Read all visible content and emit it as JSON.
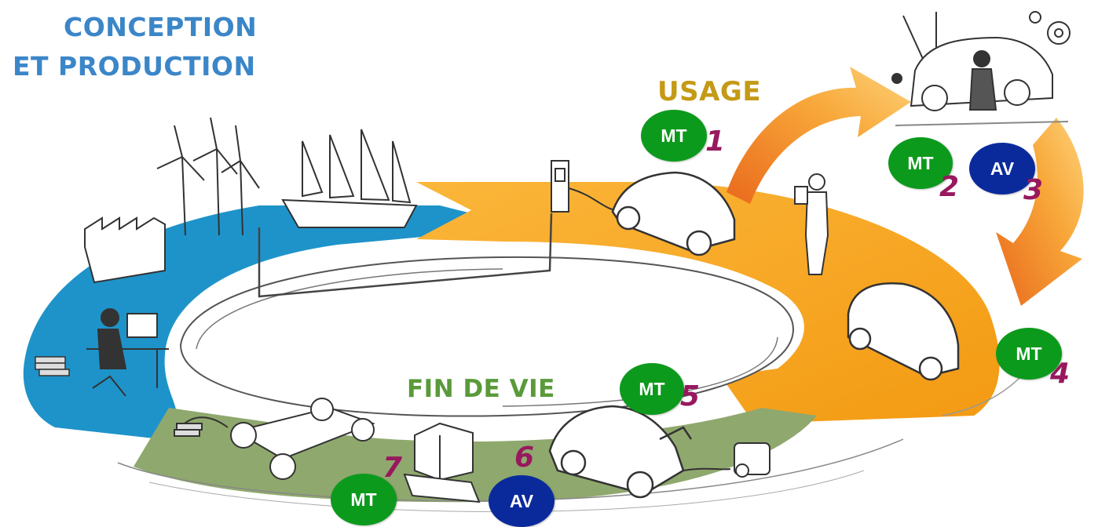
{
  "stages": {
    "conception_line1": "CONCEPTION",
    "conception_line2": "ET PRODUCTION",
    "usage": "USAGE",
    "fin_de_vie": "FIN DE VIE"
  },
  "badges": [
    {
      "label": "MT",
      "number": "1",
      "type": "MT"
    },
    {
      "label": "MT",
      "number": "2",
      "type": "MT"
    },
    {
      "label": "AV",
      "number": "3",
      "type": "AV"
    },
    {
      "label": "MT",
      "number": "4",
      "type": "MT"
    },
    {
      "label": "MT",
      "number": "5",
      "type": "MT"
    },
    {
      "label": "AV",
      "number": "6",
      "type": "AV"
    },
    {
      "label": "MT",
      "number": "7",
      "type": "MT"
    }
  ],
  "colors": {
    "conception": "#3b86c8",
    "usage": "#c49a16",
    "fin_de_vie": "#5a9a3a",
    "blue_band": "#1e93c9",
    "orange_band": "#f5a21c",
    "green_band": "#8fa86e",
    "mt_badge": "#0c9a1c",
    "av_badge": "#0a2a9c",
    "number": "#97195e"
  },
  "icons": [
    "factory-icon",
    "wind-turbines-icon",
    "sailing-ship-icon",
    "person-at-computer-icon",
    "cash-stack-icon",
    "charging-station-icon",
    "electric-car-icon",
    "person-with-tablet-icon",
    "mechanic-repairing-car-icon",
    "gear-icon",
    "compact-car-icon",
    "old-car-icon",
    "car-chassis-icon",
    "battery-box-icon",
    "recycling-machine-icon"
  ]
}
